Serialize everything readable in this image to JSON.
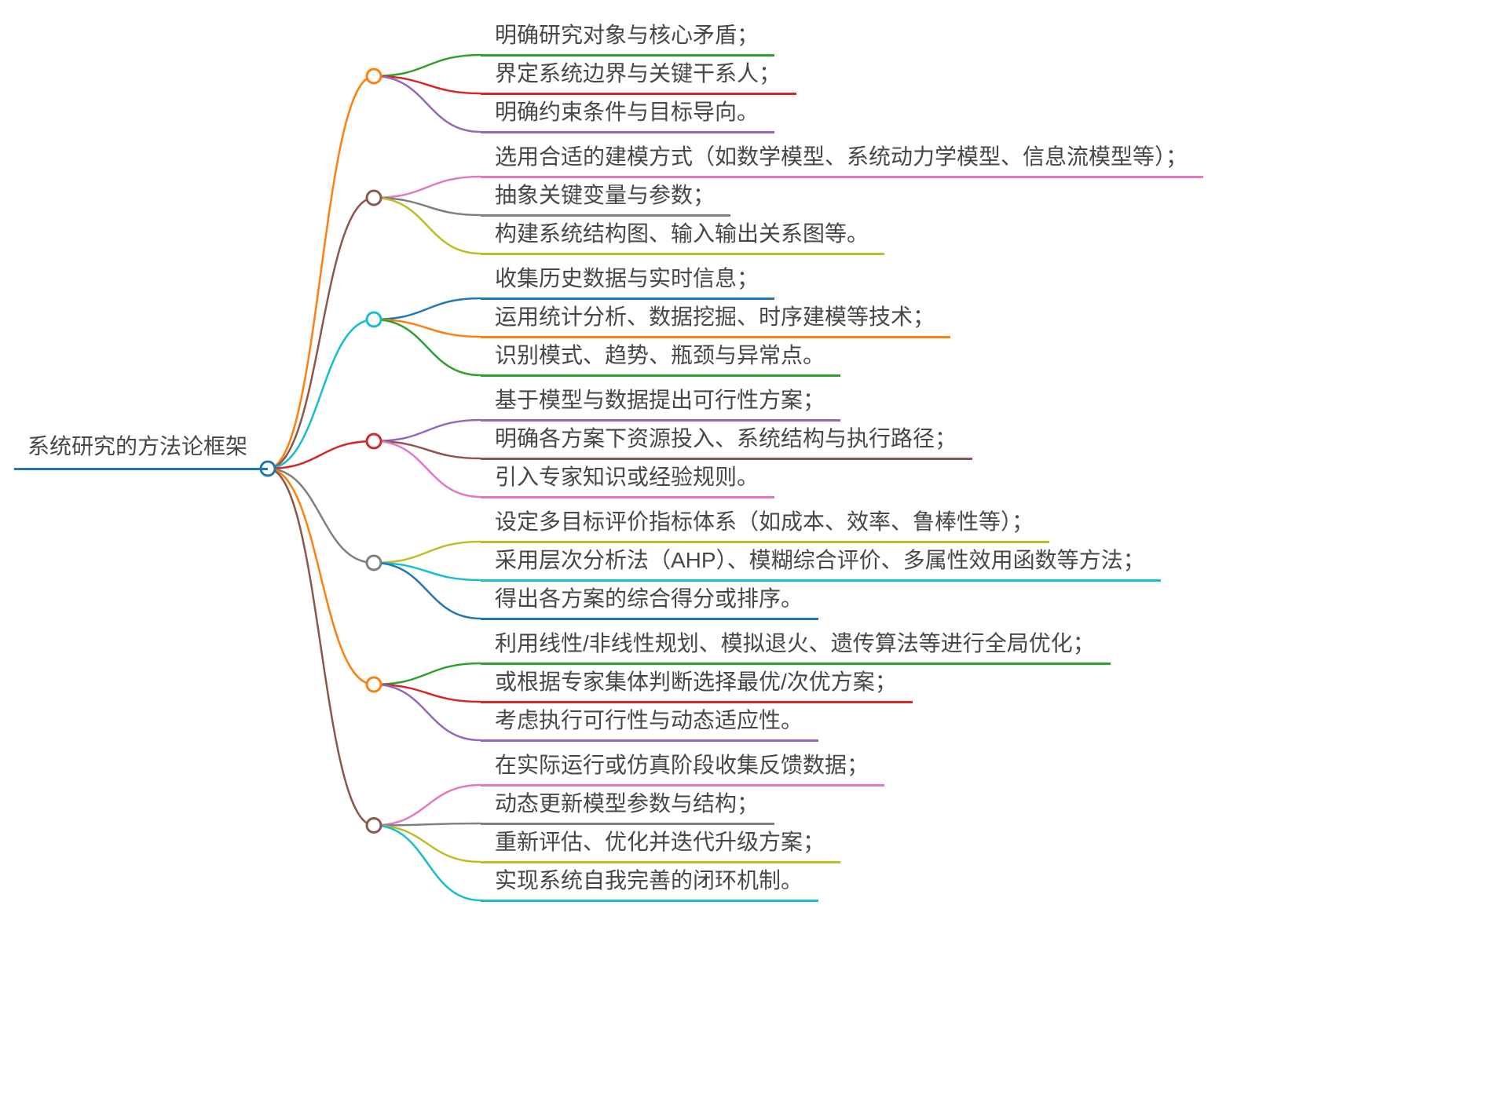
{
  "root": {
    "label": "系统研究的方法论框架",
    "color": "#1f77b4"
  },
  "branches": [
    {
      "color": "#ff7f0e",
      "items": [
        {
          "text": "明确研究对象与核心矛盾；",
          "color": "#2ca02c"
        },
        {
          "text": "界定系统边界与关键干系人；",
          "color": "#d62728"
        },
        {
          "text": "明确约束条件与目标导向。",
          "color": "#9467bd"
        }
      ]
    },
    {
      "color": "#8c564b",
      "items": [
        {
          "text": "选用合适的建模方式（如数学模型、系统动力学模型、信息流模型等）；",
          "color": "#e377c2"
        },
        {
          "text": "抽象关键变量与参数；",
          "color": "#7f7f7f"
        },
        {
          "text": "构建系统结构图、输入输出关系图等。",
          "color": "#bcbd22"
        }
      ]
    },
    {
      "color": "#17becf",
      "items": [
        {
          "text": "收集历史数据与实时信息；",
          "color": "#1f77b4"
        },
        {
          "text": "运用统计分析、数据挖掘、时序建模等技术；",
          "color": "#ff7f0e"
        },
        {
          "text": "识别模式、趋势、瓶颈与异常点。",
          "color": "#2ca02c"
        }
      ]
    },
    {
      "color": "#d62728",
      "items": [
        {
          "text": "基于模型与数据提出可行性方案；",
          "color": "#9467bd"
        },
        {
          "text": "明确各方案下资源投入、系统结构与执行路径；",
          "color": "#8c564b"
        },
        {
          "text": "引入专家知识或经验规则。",
          "color": "#e377c2"
        }
      ]
    },
    {
      "color": "#7f7f7f",
      "items": [
        {
          "text": "设定多目标评价指标体系（如成本、效率、鲁棒性等）；",
          "color": "#bcbd22"
        },
        {
          "text": "采用层次分析法（AHP）、模糊综合评价、多属性效用函数等方法；",
          "color": "#17becf"
        },
        {
          "text": "得出各方案的综合得分或排序。",
          "color": "#1f77b4"
        }
      ]
    },
    {
      "color": "#ff7f0e",
      "items": [
        {
          "text": "利用线性/非线性规划、模拟退火、遗传算法等进行全局优化；",
          "color": "#2ca02c"
        },
        {
          "text": "或根据专家集体判断选择最优/次优方案；",
          "color": "#d62728"
        },
        {
          "text": "考虑执行可行性与动态适应性。",
          "color": "#9467bd"
        }
      ]
    },
    {
      "color": "#8c564b",
      "items": [
        {
          "text": "在实际运行或仿真阶段收集反馈数据；",
          "color": "#e377c2"
        },
        {
          "text": "动态更新模型参数与结构；",
          "color": "#7f7f7f"
        },
        {
          "text": "重新评估、优化并迭代升级方案；",
          "color": "#bcbd22"
        },
        {
          "text": "实现系统自我完善的闭环机制。",
          "color": "#17becf"
        }
      ]
    }
  ]
}
